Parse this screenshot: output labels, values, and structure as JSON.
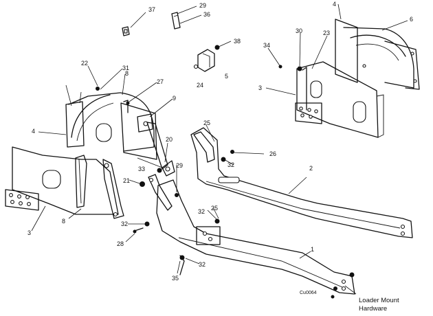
{
  "callouts": [
    "37",
    "29",
    "36",
    "38",
    "5",
    "24",
    "4",
    "6",
    "30",
    "23",
    "34",
    "3",
    "22",
    "31",
    "8",
    "27",
    "9",
    "4",
    "20",
    "33",
    "29",
    "21",
    "25",
    "26",
    "32",
    "2",
    "3",
    "8",
    "32",
    "25",
    "32",
    "28",
    "1",
    "32",
    "35"
  ],
  "figure_code": "Cu0064",
  "caption_line1": "Loader Mount",
  "caption_line2": "Hardware"
}
